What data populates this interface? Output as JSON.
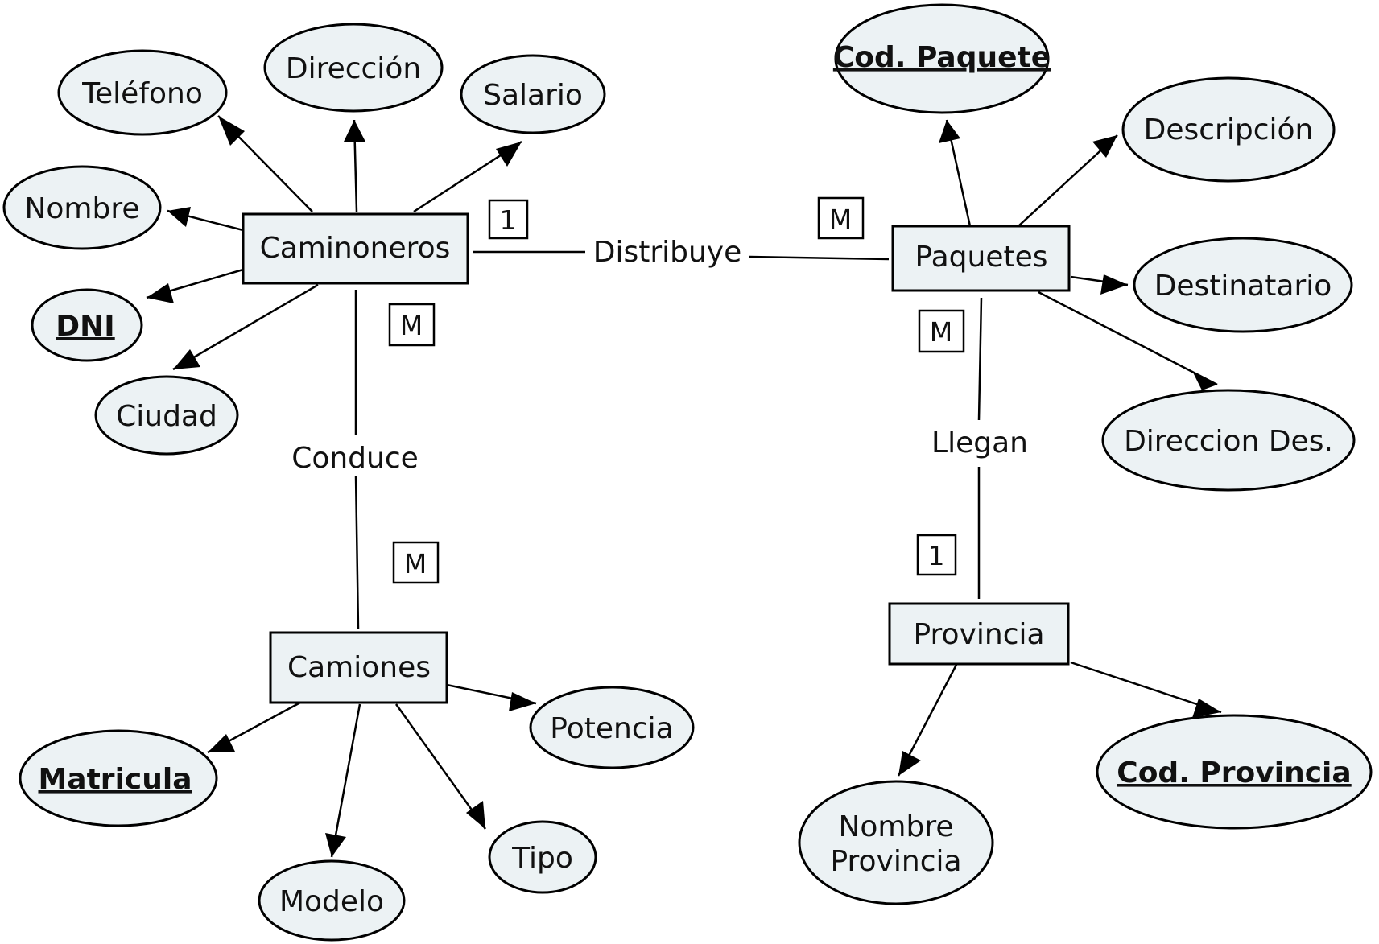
{
  "diagram": {
    "entities": {
      "caminoneros": "Caminoneros",
      "paquetes": "Paquetes",
      "camiones": "Camiones",
      "provincia": "Provincia"
    },
    "relationships": {
      "distribuye": "Distribuye",
      "conduce": "Conduce",
      "llegan": "Llegan"
    },
    "attributes": {
      "telefono": "Teléfono",
      "direccion": "Dirección",
      "salario": "Salario",
      "nombre": "Nombre",
      "dni": "DNI",
      "ciudad": "Ciudad",
      "cod_paquete": "Cod. Paquete",
      "descripcion": "Descripción",
      "destinatario": "Destinatario",
      "direccion_des": "Direccion Des.",
      "matricula": "Matricula",
      "potencia": "Potencia",
      "modelo": "Modelo",
      "tipo": "Tipo",
      "nombre_provincia_1": "Nombre",
      "nombre_provincia_2": "Provincia",
      "cod_provincia": "Cod. Provincia"
    },
    "key_attributes": [
      "DNI",
      "Cod. Paquete",
      "Matricula",
      "Cod. Provincia"
    ],
    "cardinalities": {
      "distribuye_caminoneros": "1",
      "distribuye_paquetes": "M",
      "conduce_caminoneros": "M",
      "conduce_camiones": "M",
      "llegan_paquetes": "M",
      "llegan_provincia": "1"
    },
    "colors": {
      "shape_fill": "#ecf2f4",
      "stroke": "#000000"
    }
  }
}
